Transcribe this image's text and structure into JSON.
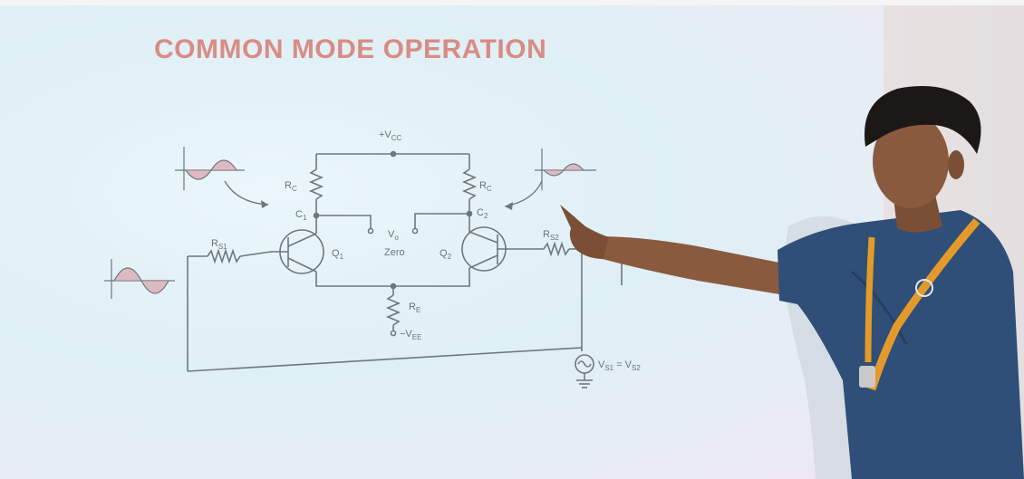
{
  "slide": {
    "title": "COMMON MODE OPERATION"
  },
  "circuit": {
    "vcc_label": "+V",
    "vcc_sub": "CC",
    "rc_left": "R",
    "rc_left_sub": "C",
    "rc_right": "R",
    "rc_right_sub": "C",
    "c1": "C",
    "c1_sub": "1",
    "c2": "C",
    "c2_sub": "2",
    "vo": "V",
    "vo_sub": "o",
    "zero": "Zero",
    "rs1": "R",
    "rs1_sub": "S1",
    "rs2": "R",
    "rs2_sub": "S2",
    "q1": "Q",
    "q1_sub": "1",
    "q2": "Q",
    "q2_sub": "2",
    "re": "R",
    "re_sub": "E",
    "vee": "−V",
    "vee_sub": "EE",
    "source": "V",
    "source_sub1": "S1",
    "source_mid": " = V",
    "source_sub2": "S2"
  },
  "colors": {
    "title": "#d98c84",
    "wire": "#6f777b",
    "wave_fill": "#d99ba5",
    "shirt": "#2f4f78",
    "skin": "#8a5a3e",
    "hair": "#1c1816",
    "lanyard": "#e39a2a"
  }
}
